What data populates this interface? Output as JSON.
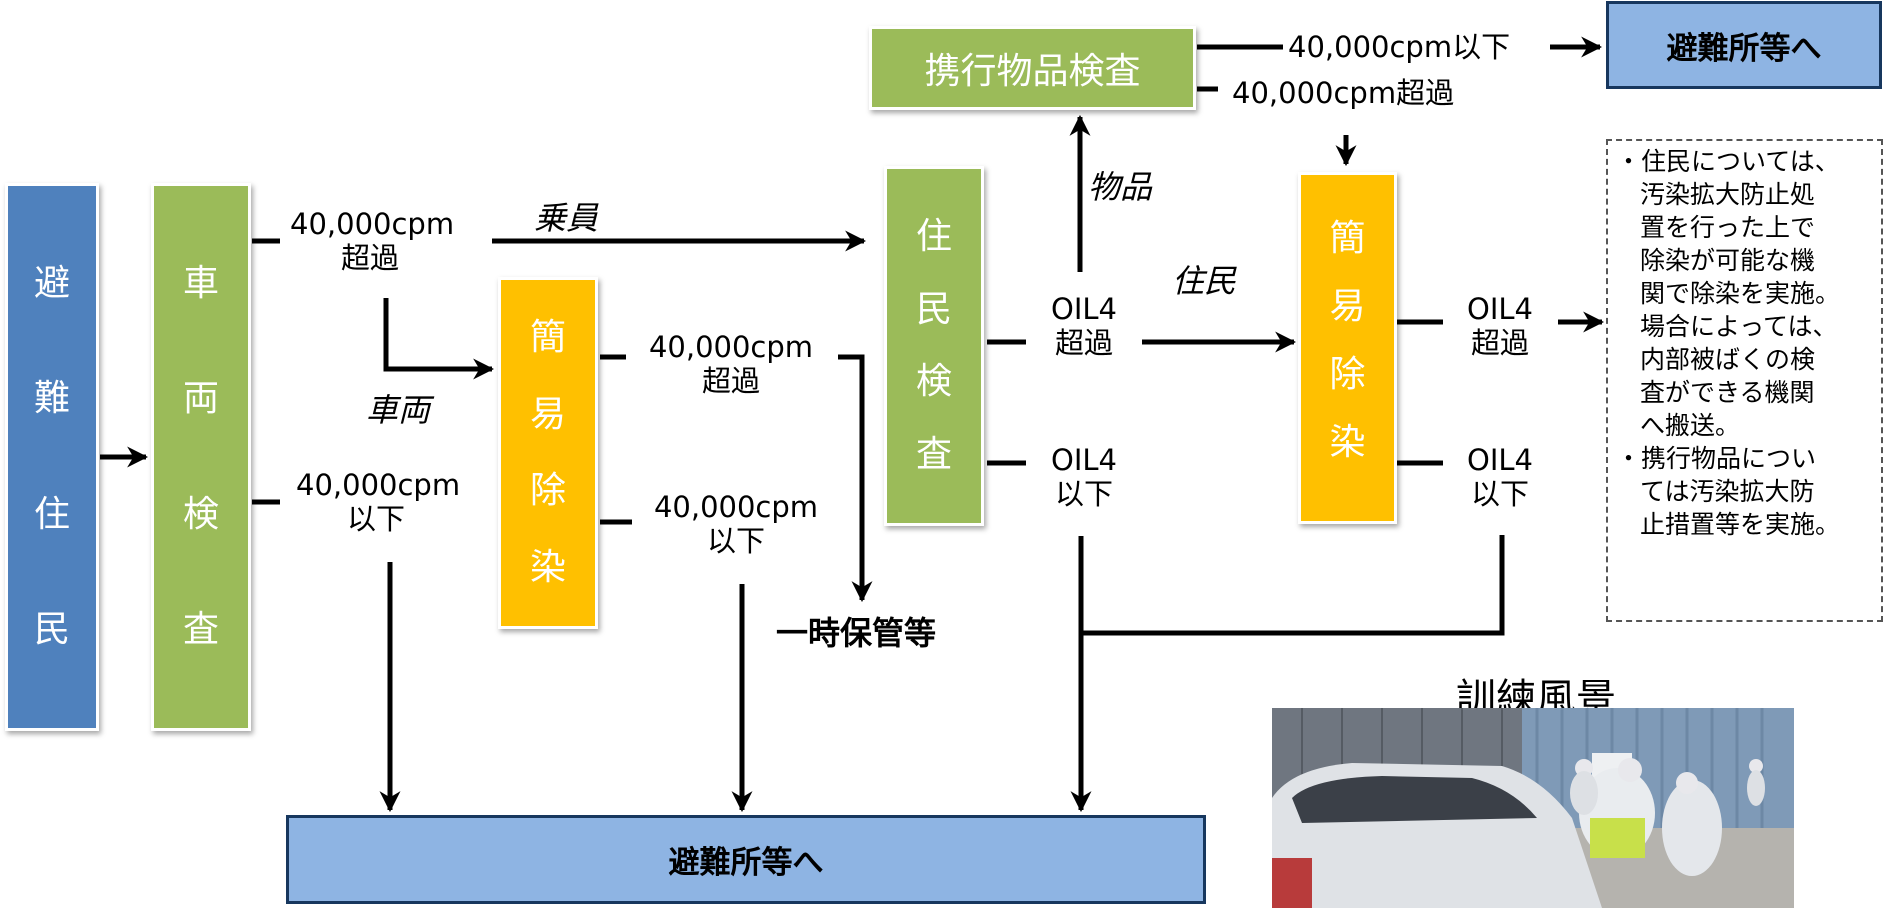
{
  "boxes": {
    "evacuee": "避難住民",
    "vehicle_check": "車両検査",
    "simple_decon_1": "簡易除染",
    "resident_check": "住民検査",
    "simple_decon_2": "簡易除染",
    "item_check": "携行物品検査"
  },
  "labels": {
    "v_over": [
      "40,000cpm",
      "超過"
    ],
    "v_under": [
      "40,000cpm",
      "以下"
    ],
    "d1_over": [
      "40,000cpm",
      "超過"
    ],
    "d1_under": [
      "40,000cpm",
      "以下"
    ],
    "r_over": [
      "OIL4",
      "超過"
    ],
    "r_under": [
      "OIL4",
      "以下"
    ],
    "d2_over": [
      "OIL4",
      "超過"
    ],
    "d2_under": [
      "OIL4",
      "以下"
    ],
    "item_under": "40,000cpm以下",
    "item_over": "40,000cpm超過",
    "temp_storage": "一時保管等"
  },
  "branch_labels": {
    "crew": "乗員",
    "vehicle": "車両",
    "items": "物品",
    "residents": "住民"
  },
  "destinations": {
    "bottom": "避難所等へ",
    "top_right": "避難所等へ"
  },
  "note": {
    "lines": [
      "・住民については、",
      "汚染拡大防止処",
      "置を行った上で",
      "除染が可能な機",
      "関で除染を実施。",
      "場合によっては、",
      "内部被ばくの検",
      "査ができる機関",
      "へ搬送。",
      "・携行物品につい",
      "ては汚染拡大防",
      "止措置等を実施。"
    ]
  },
  "photo": {
    "title": "訓練風景"
  },
  "colors": {
    "blue_box": "#4f81bd",
    "green_box": "#9bbb59",
    "orange_box": "#ffc000",
    "destination_fill": "#8eb4e3",
    "destination_border": "#17375e"
  }
}
